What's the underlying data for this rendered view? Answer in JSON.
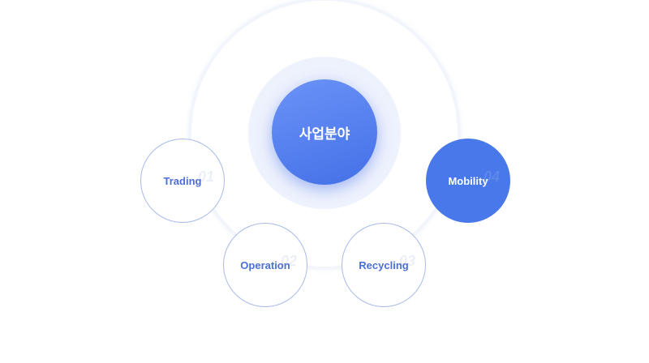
{
  "center": {
    "label": "사업분야"
  },
  "nodes": [
    {
      "label": "Trading",
      "num": "01"
    },
    {
      "label": "Operation",
      "num": "02"
    },
    {
      "label": "Recycling",
      "num": "03"
    },
    {
      "label": "Mobility",
      "num": "04"
    }
  ],
  "colors": {
    "accent": "#4878ea",
    "ring": "#eef2fd"
  }
}
